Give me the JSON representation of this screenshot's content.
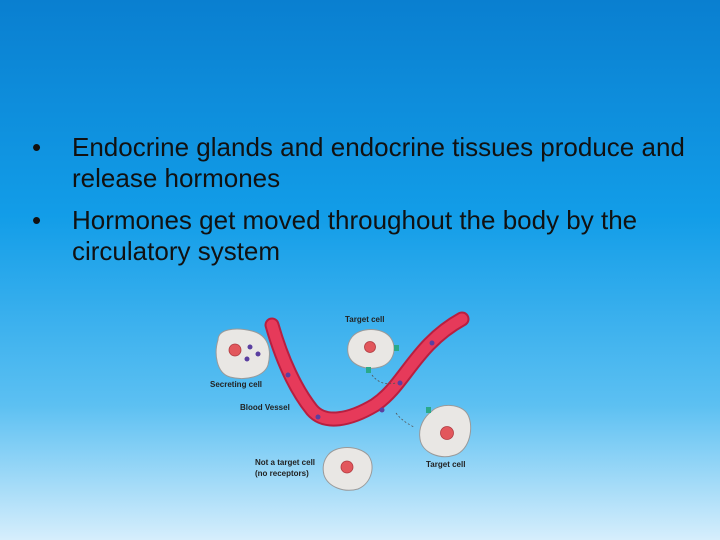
{
  "bullets": [
    {
      "marker": "•",
      "text": "Endocrine glands and endocrine tissues produce and release hormones"
    },
    {
      "marker": "•",
      "text": "Hormones get moved throughout the body by the circulatory system"
    }
  ],
  "diagram": {
    "labels": {
      "target_cell_top": "Target cell",
      "secreting_cell": "Secreting cell",
      "blood_vessel": "Blood Vessel",
      "not_target_line1": "Not a target cell",
      "not_target_line2": "(no receptors)",
      "target_cell_bottom": "Target cell"
    },
    "colors": {
      "vessel": "#e63a5a",
      "vessel_edge": "#b81f40",
      "cell_body": "#e9e7e4",
      "cell_edge": "#9a9a9a",
      "nucleus": "#e2575c",
      "hormone": "#5a3fa0",
      "receptor": "#2aa98a"
    }
  }
}
